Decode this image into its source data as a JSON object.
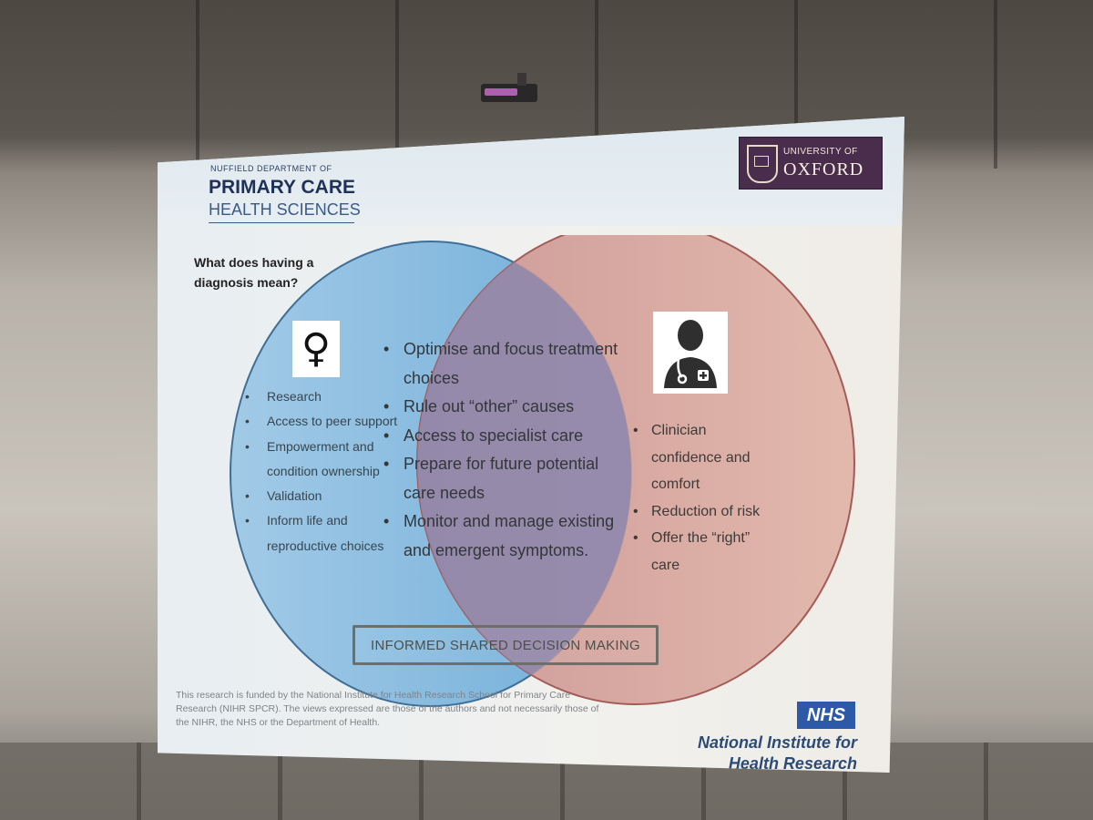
{
  "slide": {
    "department_small": "NUFFIELD DEPARTMENT OF",
    "department_main": "PRIMARY CARE",
    "department_sub": "HEALTH SCIENCES",
    "oxford_top": "UNIVERSITY OF",
    "oxford_name": "OXFORD",
    "question": "What does having a diagnosis mean?",
    "left_items": [
      "Research",
      "Access to peer support",
      "Empowerment and condition ownership",
      "Validation",
      "Inform life and reproductive choices"
    ],
    "center_items": [
      "Optimise and focus treatment choices",
      "Rule out “other” causes",
      "Access to specialist care",
      "Prepare for future potential care needs",
      "Monitor and manage existing and emergent symptoms."
    ],
    "right_items": [
      "Clinician confidence and comfort",
      "Reduction of risk",
      "Offer the “right” care"
    ],
    "decision_label": "INFORMED SHARED DECISION MAKING",
    "footer": "This research is funded by the National Institute for Health Research School for Primary Care Research (NIHR SPCR). The views expressed are those of the authors and not necessarily those of the NIHR, the NHS or the Department of Health.",
    "nhs": "NHS",
    "nihr_line1": "National Institute for",
    "nihr_line2": "Health Research"
  },
  "icons": {
    "left_symbol": "female-symbol-icon",
    "right_symbol": "doctor-icon",
    "female_glyph": "♀"
  },
  "colors": {
    "left_circle": "#5fa3d6",
    "right_circle": "#d89a8c",
    "overlap": "#8b86a8",
    "oxford_bg": "#4a2d4c",
    "nhs_blue": "#2d5aa8"
  }
}
